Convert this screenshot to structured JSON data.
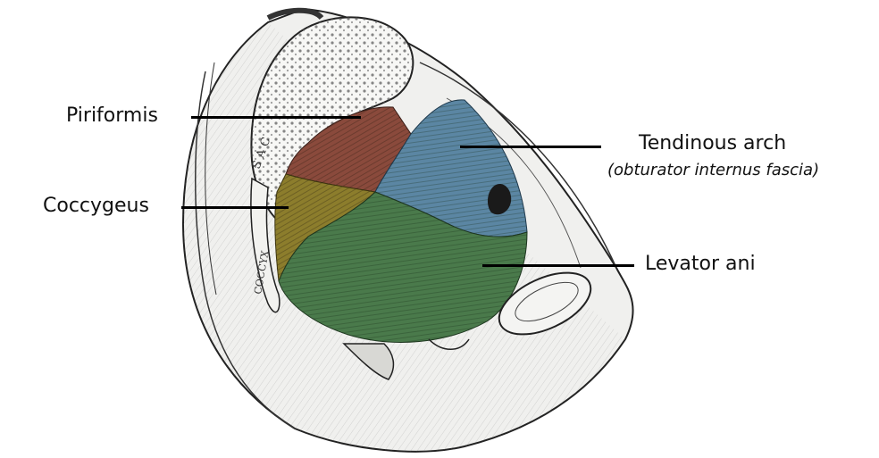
{
  "labels": {
    "piriformis": "Piriformis",
    "coccygeus": "Coccygeus",
    "tendinous_arch": "Tendinous arch",
    "tendinous_arch_note": "(obturator internus fascia)",
    "levator_ani": "Levator ani"
  },
  "sacrum_lettering": "S A C",
  "coccyx_lettering": "COCCYX",
  "colors": {
    "piriformis": "#8a4a3c",
    "coccygeus": "#8c7d2c",
    "tendinous_arch": "#5b86a3",
    "levator_ani": "#4a7a4b",
    "bone_outline": "#222222",
    "leader_line": "#000000"
  }
}
